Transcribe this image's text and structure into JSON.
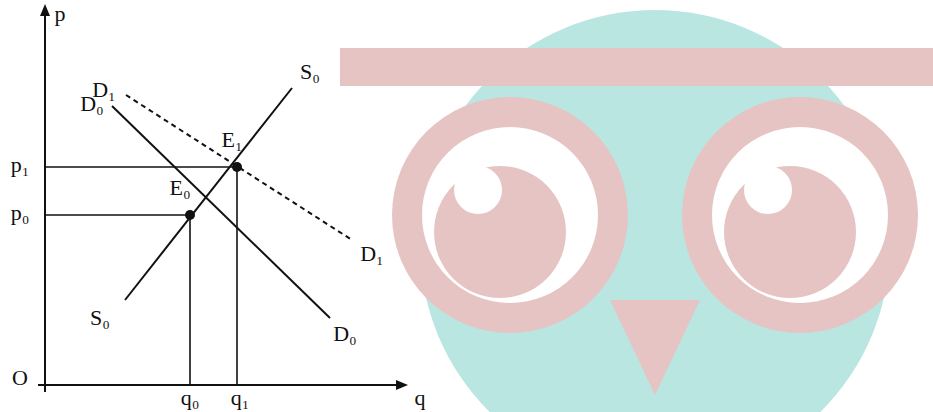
{
  "diagram": {
    "labels": [
      "p",
      "p₁",
      "p₀",
      "O",
      "q₀",
      "q₁",
      "q",
      "D₁",
      "E₁",
      "S₀",
      "D₀",
      "E₀",
      "D₁",
      "S₀",
      "D₀"
    ]
  }
}
